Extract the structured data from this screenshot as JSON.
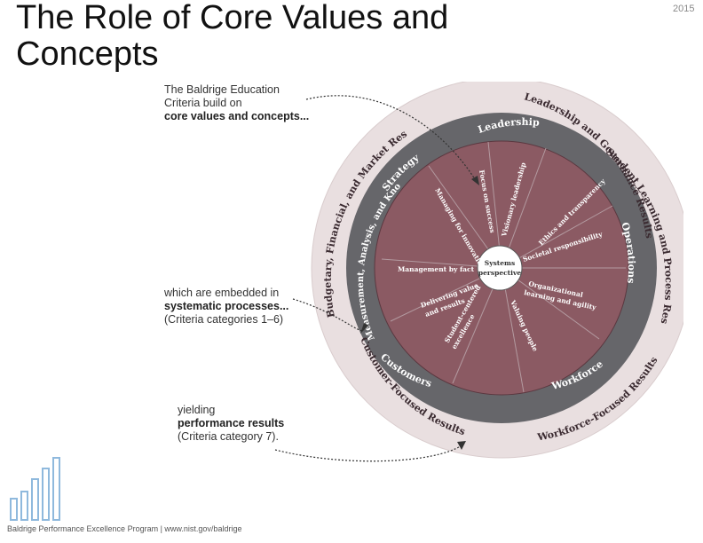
{
  "slide": {
    "title": "The Role of Core Values and Concepts",
    "year": "2015",
    "footer": "Baldrige Performance Excellence Program | www.nist.gov/baldrige"
  },
  "notes": {
    "top": {
      "line1": "The Baldrige Education",
      "line2": "Criteria build on",
      "line3": "core values and concepts..."
    },
    "middle": {
      "line1": "which are embedded in",
      "line2": "systematic processes...",
      "line3": "(Criteria categories 1–6)"
    },
    "bottom": {
      "line1": "yielding",
      "line2": "performance results",
      "line3": "(Criteria category 7)."
    }
  },
  "diagram": {
    "outer_ring": {
      "top": "Leadership and Governance Results",
      "right": "Student Learning and Process Results",
      "bottom_right": "Workforce-Focused Results",
      "bottom": "Customer-Focused Results",
      "left": "Budgetary, Financial, and Market Results"
    },
    "middle_ring": {
      "top": "Leadership",
      "right": "Operations",
      "bottom_right": "Workforce",
      "bottom": "Customers",
      "left": "Measurement, Analysis, and Knowledge Management",
      "top_left": "Strategy"
    },
    "core_values": {
      "center": [
        "Systems",
        "perspective"
      ],
      "managing_for_innovation": "Managing for innovation",
      "focus_on_success": "Focus on success",
      "visionary_leadership": "Visionary leadership",
      "ethics": "Ethics and transparency",
      "societal": "Societal responsibility",
      "management_by_fact": "Management by fact",
      "learning_agility": [
        "Organizational",
        "learning and agility"
      ],
      "valuing_people": "Valuing people",
      "delivering_value": [
        "Delivering value",
        "and results"
      ],
      "student_centered": [
        "Student-centered",
        "excellence"
      ]
    },
    "colors": {
      "outer": "#e9dfe0",
      "middle": "#66666a",
      "inner": "#8b5a63"
    }
  }
}
